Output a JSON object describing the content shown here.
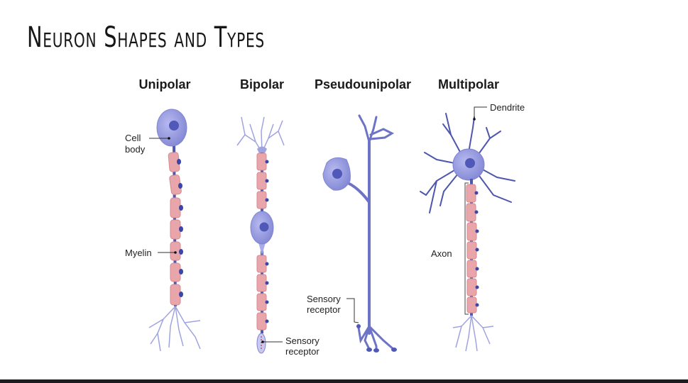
{
  "slide": {
    "title": "Neuron Shapes and Types"
  },
  "diagram": {
    "types": [
      {
        "name": "Unipolar",
        "labels": {
          "cell_body_line1": "Cell",
          "cell_body_line2": "body",
          "myelin": "Myelin"
        }
      },
      {
        "name": "Bipolar",
        "labels": {
          "sensory_line1": "Sensory",
          "sensory_line2": "receptor"
        }
      },
      {
        "name": "Pseudounipolar",
        "labels": {
          "sensory_line1": "Sensory",
          "sensory_line2": "receptor"
        }
      },
      {
        "name": "Multipolar",
        "labels": {
          "dendrite": "Dendrite",
          "axon": "Axon"
        }
      }
    ],
    "colors": {
      "cell": "#8f93d8",
      "nucleus": "#4e57b6",
      "myelin": "#e3a0a6",
      "axon": "#4f57ad",
      "label_line": "#333333"
    }
  }
}
